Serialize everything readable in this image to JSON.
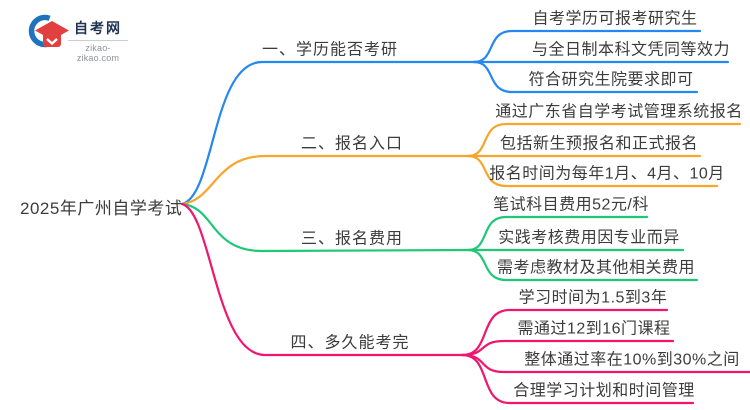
{
  "logo": {
    "title": "自考网",
    "domain": "zikao-zikao.com",
    "cap_color": "#e24040",
    "swoosh_color": "#1e73be"
  },
  "root": {
    "label": "2025年广州自学考试"
  },
  "text_color": "#3c3c3c",
  "branches": [
    {
      "label": "一、学历能否考研",
      "color": "#2388f0",
      "items": [
        "自考学历可报考研究生",
        "与全日制本科文凭同等效力",
        "符合研究生院要求即可"
      ]
    },
    {
      "label": "二、报名入口",
      "color": "#f7a52b",
      "items": [
        "通过广东省自学考试管理系统报名",
        "包括新生预报名和正式报名",
        "报名时间为每年1月、4月、10月"
      ]
    },
    {
      "label": "三、报名费用",
      "color": "#1fc878",
      "items": [
        "笔试科目费用52元/科",
        "实践考核费用因专业而异",
        "需考虑教材及其他相关费用"
      ]
    },
    {
      "label": "四、多久能考完",
      "color": "#f2156e",
      "items": [
        "学习时间为1.5到3年",
        "需通过12到16门课程",
        "整体通过率在10%到30%之间",
        "合理学习计划和时间管理"
      ]
    }
  ]
}
